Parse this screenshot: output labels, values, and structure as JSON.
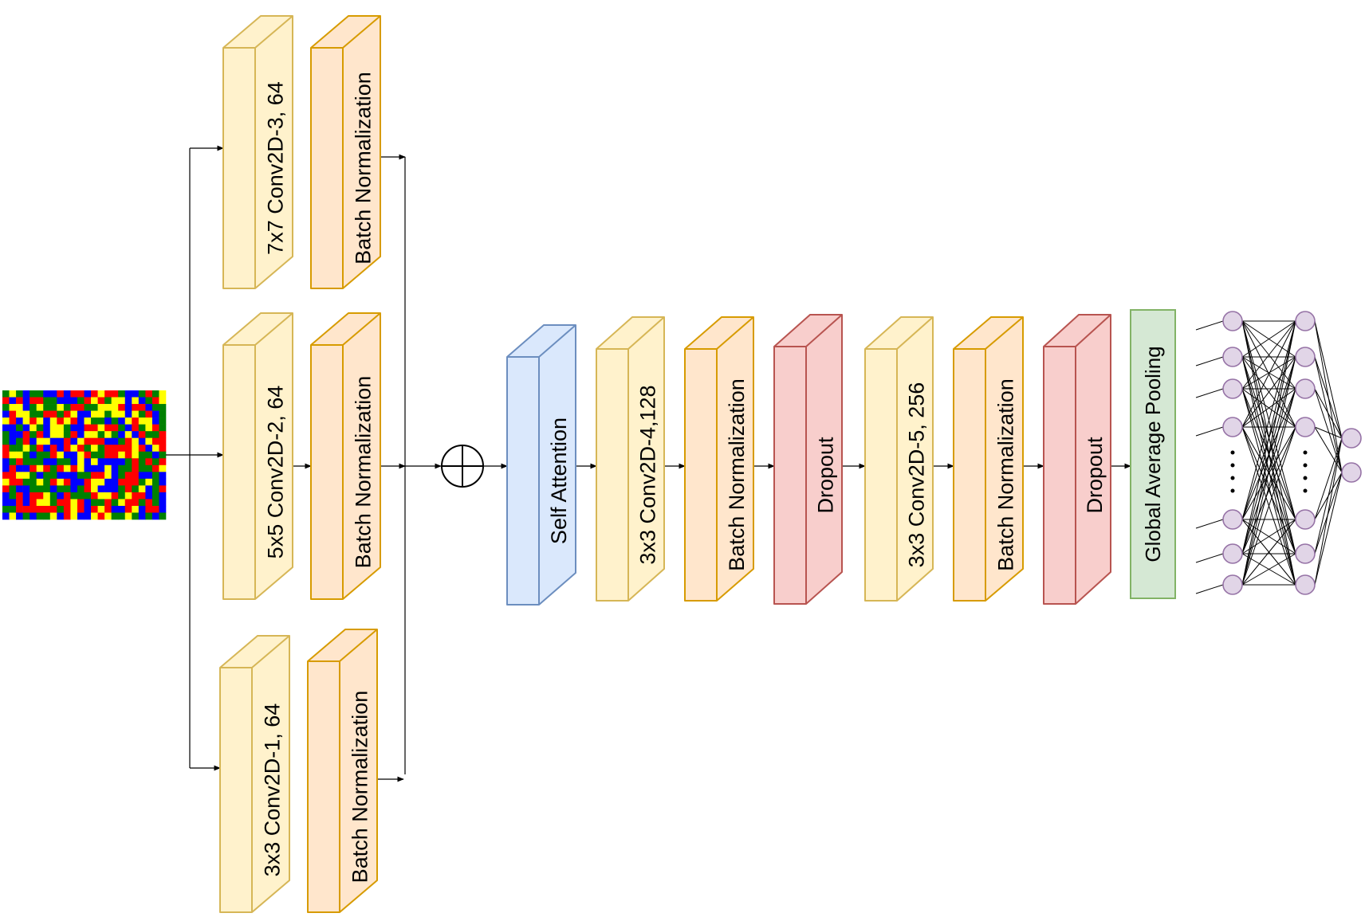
{
  "colors": {
    "conv_fill": "#fff2cc",
    "conv_stroke": "#d6b656",
    "bn_fill": "#ffe6cc",
    "bn_stroke": "#d79b00",
    "attn_fill": "#dae8fc",
    "attn_stroke": "#6c8ebf",
    "drop_fill": "#f8cecc",
    "drop_stroke": "#b85450",
    "gap_fill": "#d5e8d4",
    "gap_stroke": "#82b366",
    "neuron_fill": "#e1d5e7",
    "neuron_stroke": "#9673a6",
    "line": "#000000",
    "input_palette": [
      "#ff0000",
      "#ffff00",
      "#008000",
      "#0000ff"
    ]
  },
  "blocks": {
    "conv3": "7x7 Conv2D-3, 64",
    "bn_branch1": "Batch Normalization",
    "conv2": "5x5 Conv2D-2, 64",
    "bn_branch2": "Batch Normalization",
    "conv1": "3x3 Conv2D-1, 64",
    "bn_branch3": "Batch Normalization",
    "self_attention": "Self Attention",
    "conv4": "3x3 Conv2D-4,128",
    "bn4": "Batch Normalization",
    "dropout1": "Dropout",
    "conv5": "3x3 Conv2D-5, 256",
    "bn5": "Batch Normalization",
    "dropout2": "Dropout",
    "gap": "Global Average Pooling"
  },
  "operators": {
    "add": "addition-operator"
  },
  "dense": {
    "ellipsis": "·"
  }
}
